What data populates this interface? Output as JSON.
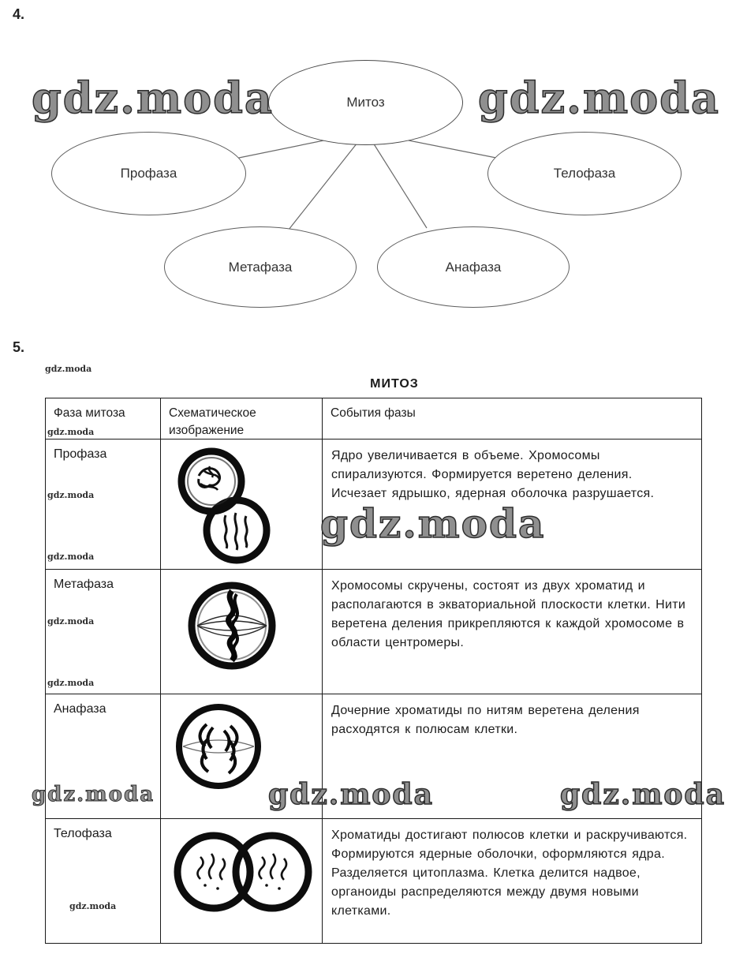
{
  "watermark": "gdz.moda",
  "section4": {
    "label": "4.",
    "diagram": {
      "root": "Митоз",
      "nodes": [
        "Профаза",
        "Телофаза",
        "Метафаза",
        "Анафаза"
      ]
    }
  },
  "section5": {
    "label": "5.",
    "title": "МИТОЗ",
    "table": {
      "headers": [
        "Фаза митоза",
        "Схематическое изображение",
        "События фазы"
      ],
      "rows": [
        {
          "phase": "Профаза",
          "image": "prophase-cells",
          "events": "Ядро увеличивается в объеме. Хромосомы спирализуются. Формируется веретено деления. Исчезает ядрышко, ядерная оболочка разрушается."
        },
        {
          "phase": "Метафаза",
          "image": "metaphase-cell",
          "events": "Хромосомы скручены, состоят из двух хроматид и располагаются в экваториальной плоскости клетки. Нити веретена деления прикрепляются к каждой хромосоме в области центромеры."
        },
        {
          "phase": "Анафаза",
          "image": "anaphase-cell",
          "events": "Дочерние хроматиды по нитям веретена деления расходятся к полюсам клетки."
        },
        {
          "phase": "Телофаза",
          "image": "telophase-cells",
          "events": "Хроматиды достигают полюсов клетки и раскручиваются. Формируются ядерные оболочки, оформляются ядра. Разделяется цитоплазма. Клетка делится надвое, органоиды распределяются между двумя новыми клетками."
        }
      ]
    }
  }
}
